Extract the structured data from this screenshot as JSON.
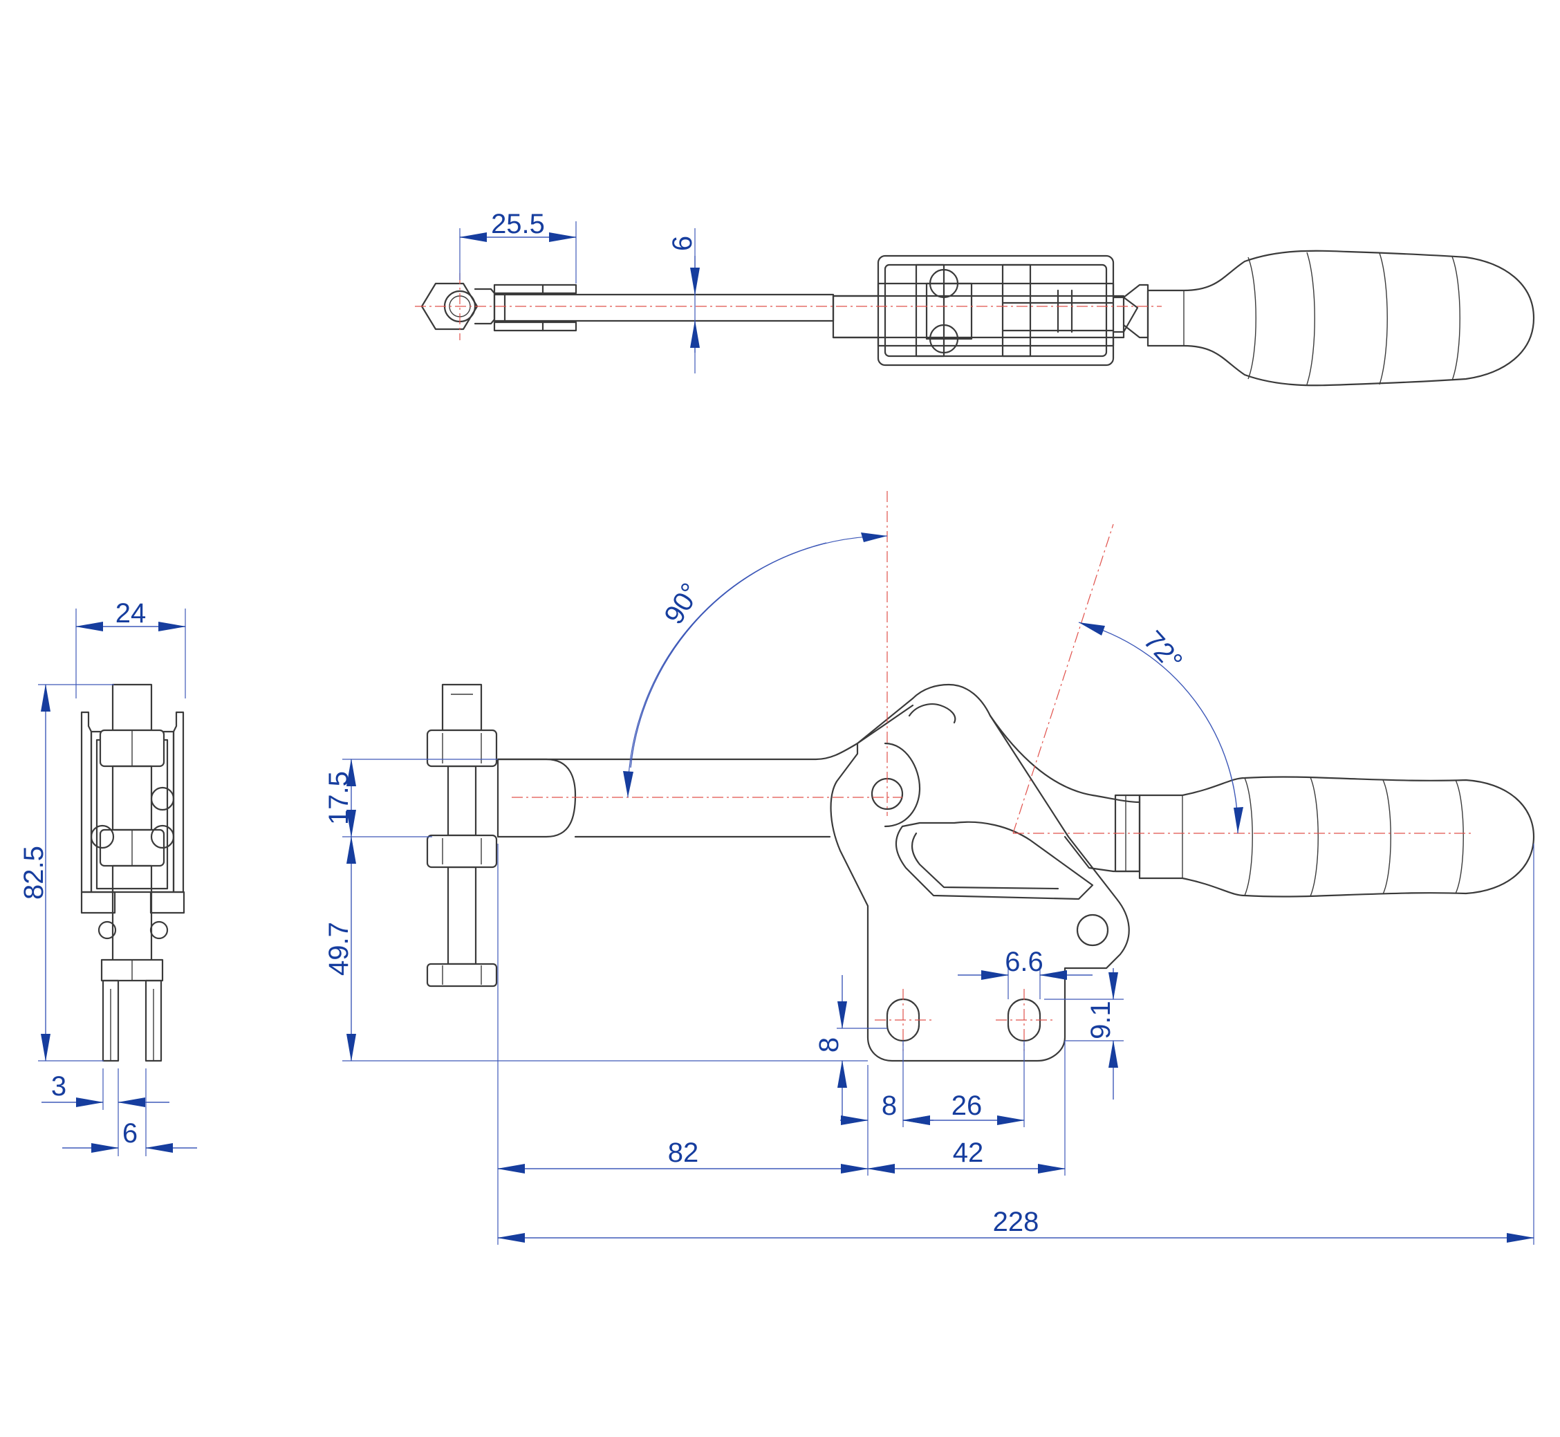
{
  "colors": {
    "dimension": "#163d9e",
    "extension": "#3d58b8",
    "outline": "#3a3a3a",
    "centerline": "#e0504a",
    "background": "#ffffff"
  },
  "dimensions": {
    "top_view": {
      "clamp_arm_offset": "25.5",
      "arm_thickness": "6"
    },
    "side_view": {
      "width": "24",
      "height": "82.5",
      "slot_offset": "3",
      "base_thickness": "6"
    },
    "front_view": {
      "opening_angle": "90°",
      "handle_angle": "72°",
      "spindle_height": "17.5",
      "base_to_arm_height": "49.7",
      "hole_diameter": "6.6",
      "hole_edge_distance": "9.1",
      "slot_length": "8",
      "hole_edge_offset": "8",
      "hole_spacing": "26",
      "spindle_to_base": "82",
      "base_length": "42",
      "overall_length": "228"
    }
  }
}
